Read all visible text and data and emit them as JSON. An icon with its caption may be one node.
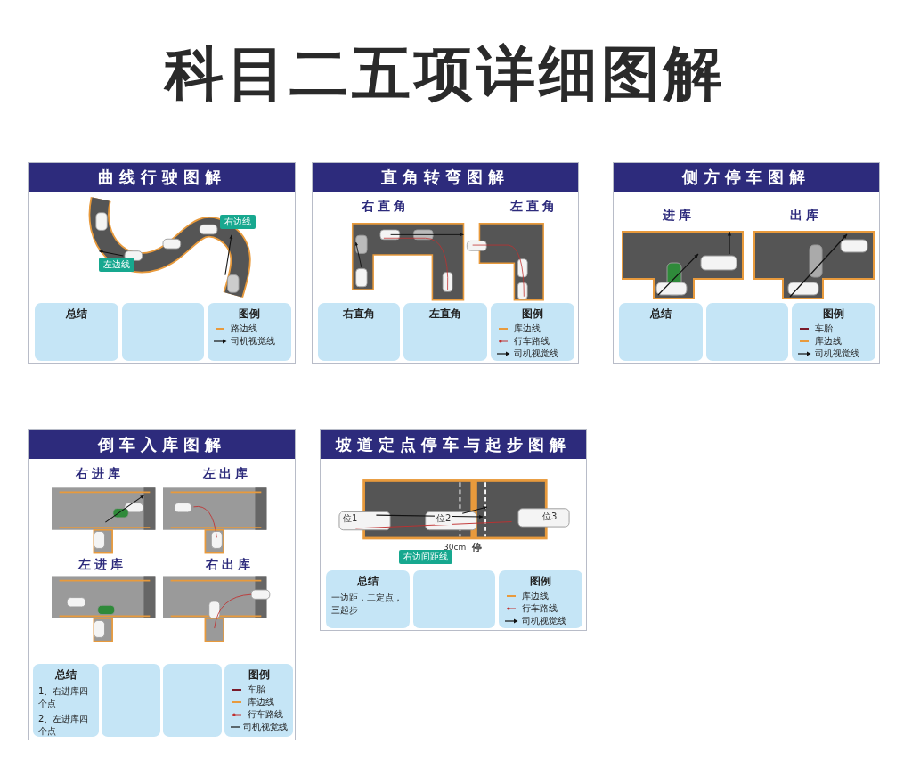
{
  "diagram": {
    "title": "科目二五项详细图解",
    "nodes": [
      {
        "text": [
          "曲线行驶图解"
        ]
      },
      {
        "text": [
          "总结"
        ],
        "in": 0
      },
      {
        "text": [],
        "shape": "box",
        "in": 0
      },
      {
        "text": [
          "图例"
        ],
        "in": 0
      },
      {
        "text": [
          "直角转弯图解"
        ]
      },
      {
        "text": [
          "右直角"
        ],
        "in": 4
      },
      {
        "text": [
          "左直角"
        ],
        "in": 4
      },
      {
        "text": [
          "图例"
        ],
        "in": 4
      },
      {
        "text": [
          "侧方停车图解"
        ]
      },
      {
        "text": [
          "总结"
        ],
        "in": 8
      },
      {
        "text": [],
        "shape": "box",
        "in": 8
      },
      {
        "text": [
          "图例"
        ],
        "in": 8
      },
      {
        "text": [
          "倒车入库图解"
        ]
      },
      {
        "text": [
          "总结",
          "1、右进库四个点",
          "2、左进库四个点"
        ],
        "in": 12
      },
      {
        "text": [],
        "shape": "box",
        "in": 12
      },
      {
        "text": [],
        "shape": "box",
        "in": 12
      },
      {
        "text": [
          "图例"
        ],
        "in": 12
      },
      {
        "text": [
          "坡道定点停车与起步图解"
        ]
      },
      {
        "text": [
          "总结",
          "一边距，二定点，三起步"
        ],
        "in": 17
      },
      {
        "text": [],
        "shape": "box",
        "in": 17
      },
      {
        "text": [
          "图例"
        ],
        "in": 17
      }
    ],
    "labels": [
      "右边线",
      "左边线",
      "右直角",
      "左直角",
      "进库",
      "出库",
      "右进库",
      "左出库",
      "左进库",
      "右出库",
      "位1",
      "位2",
      "位3",
      "30cm",
      "停",
      "右边间距线"
    ],
    "legend": [
      {
        "text": "路边线"
      },
      {
        "text": "司机视觉线"
      },
      {
        "text": "库边线"
      },
      {
        "text": "行车路线"
      },
      {
        "text": "司机视觉线"
      },
      {
        "text": "车胎"
      },
      {
        "text": "库边线"
      },
      {
        "text": "司机视觉线"
      },
      {
        "text": "车胎"
      },
      {
        "text": "库边线"
      },
      {
        "text": "行车路线"
      },
      {
        "text": "司机视觉线"
      },
      {
        "text": "库边线"
      },
      {
        "text": "行车路线"
      },
      {
        "text": "司机视觉线"
      }
    ]
  }
}
